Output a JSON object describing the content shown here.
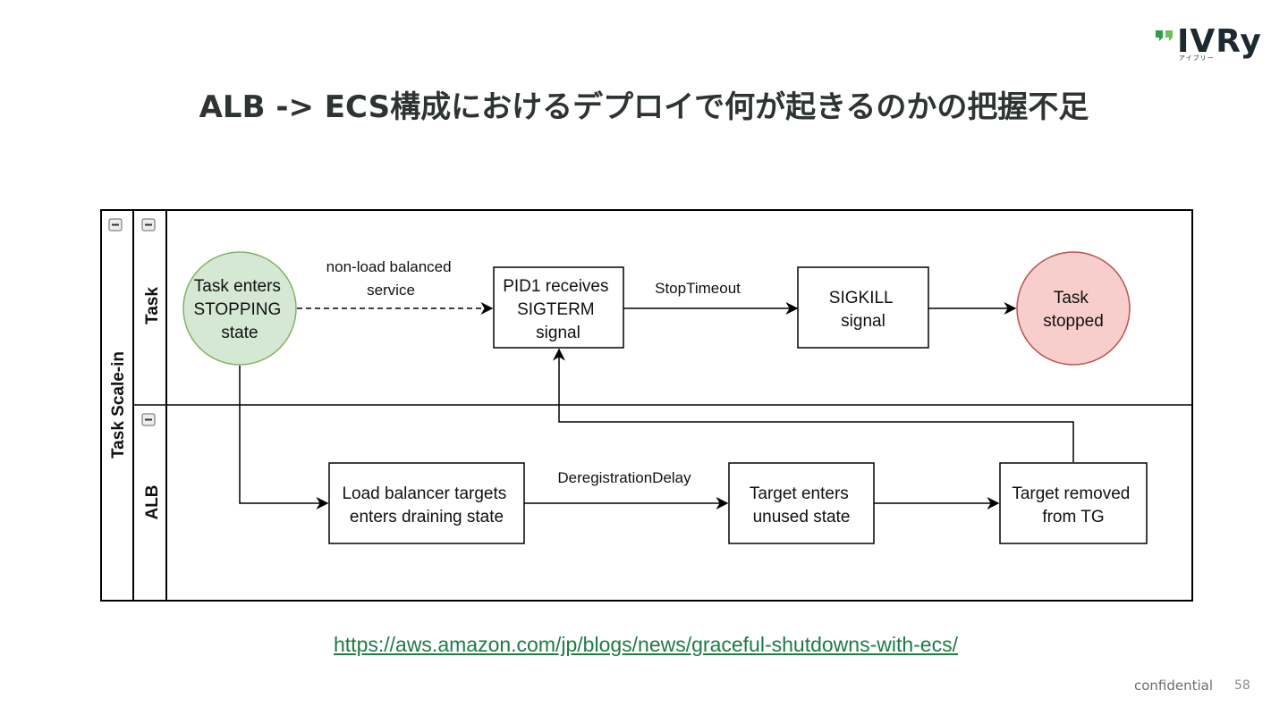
{
  "logo": {
    "text": "IVRy",
    "sub": "アイブリー",
    "colors": {
      "mark": "#2f9e48",
      "text": "#1c2a2f"
    }
  },
  "title": "ALB -> ECS構成におけるデプロイで何が起きるのかの把握不足",
  "diagram": {
    "pool_label": "Task Scale-in",
    "lanes": [
      {
        "label": "Task"
      },
      {
        "label": "ALB"
      }
    ],
    "nodes": {
      "task_stopping": [
        "Task enters",
        "STOPPING",
        "state"
      ],
      "pid1": [
        "PID1 receives",
        "SIGTERM",
        "signal"
      ],
      "sigkill": [
        "SIGKILL",
        "signal"
      ],
      "task_stopped": [
        "Task",
        "stopped"
      ],
      "lb_draining": [
        "Load balancer targets",
        "enters draining state"
      ],
      "target_unused": [
        "Target enters",
        "unused state"
      ],
      "target_removed": [
        "Target removed",
        "from TG"
      ]
    },
    "edges": {
      "non_lb": [
        "non-load balanced",
        "service"
      ],
      "stop_timeout": "StopTimeout",
      "dereg_delay": "DeregistrationDelay"
    },
    "colors": {
      "start_fill": "#d5e8d4",
      "start_stroke": "#82b366",
      "end_fill": "#f8cecc",
      "end_stroke": "#b85450"
    }
  },
  "link": "https://aws.amazon.com/jp/blogs/news/graceful-shutdowns-with-ecs/",
  "footer": {
    "label": "confidential",
    "page": "58"
  }
}
